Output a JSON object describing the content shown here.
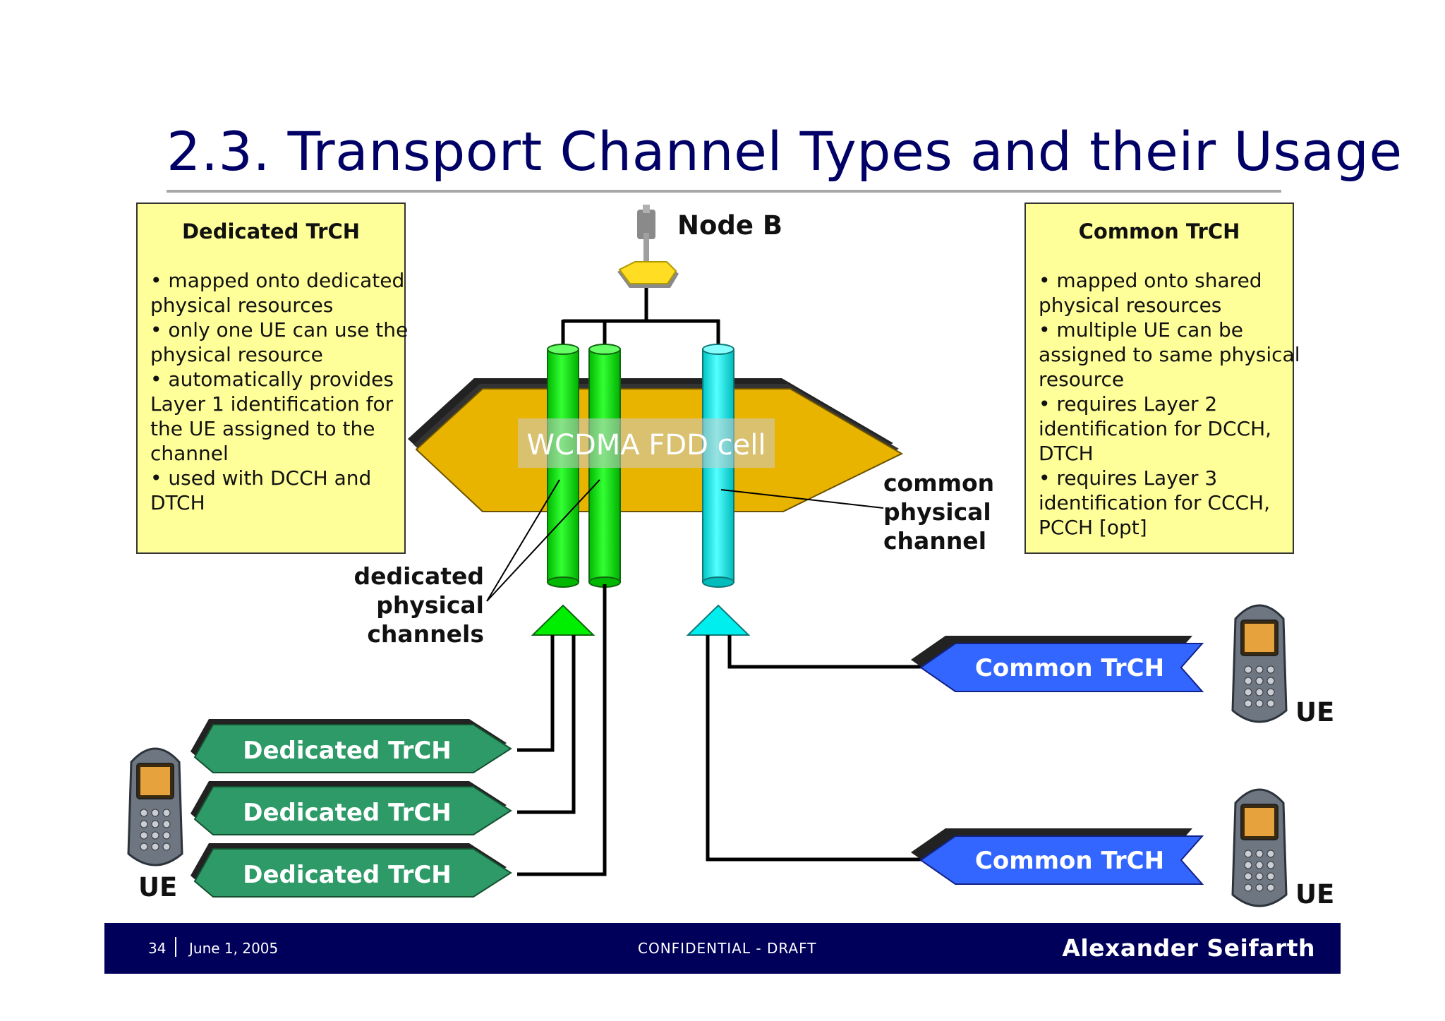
{
  "slide": {
    "title": "2.3. Transport Channel Types and their Usage"
  },
  "dedicated_box": {
    "title": "Dedicated TrCH",
    "lines": [
      "• mapped onto dedicated",
      "physical resources",
      "• only one UE can use the",
      "physical resource",
      "• automatically provides",
      "Layer 1 identification for",
      "the UE assigned to the",
      "channel",
      "• used with DCCH and",
      "DTCH"
    ]
  },
  "common_box": {
    "title": "Common TrCH",
    "lines": [
      "• mapped onto shared",
      "physical resources",
      "• multiple UE can be",
      "assigned to same physical",
      "resource",
      "• requires Layer 2",
      "identification for DCCH,",
      "DTCH",
      "• requires Layer 3",
      "identification for CCCH,",
      "PCCH [opt]"
    ]
  },
  "diagram": {
    "node_b_label": "Node B",
    "cell_label": "WCDMA FDD cell",
    "common_physical_lines": [
      "common",
      "physical",
      "channel"
    ],
    "dedicated_physical_lines": [
      "dedicated",
      "physical",
      "channels"
    ],
    "dedicated_trch": [
      "Dedicated TrCH",
      "Dedicated TrCH",
      "Dedicated TrCH"
    ],
    "common_trch": [
      "Common TrCH",
      "Common TrCH"
    ],
    "ue_labels": [
      "UE",
      "UE",
      "UE"
    ],
    "colors": {
      "dedicated_channel": "#00ee00",
      "common_channel": "#00eeee",
      "cell": "#e8b400",
      "dedicated_trch": "#2e9a68",
      "common_trch": "#3366ff"
    }
  },
  "footer": {
    "page": "34",
    "date": "June 1, 2005",
    "confidential": "CONFIDENTIAL - DRAFT",
    "author": "Alexander Seifarth"
  }
}
